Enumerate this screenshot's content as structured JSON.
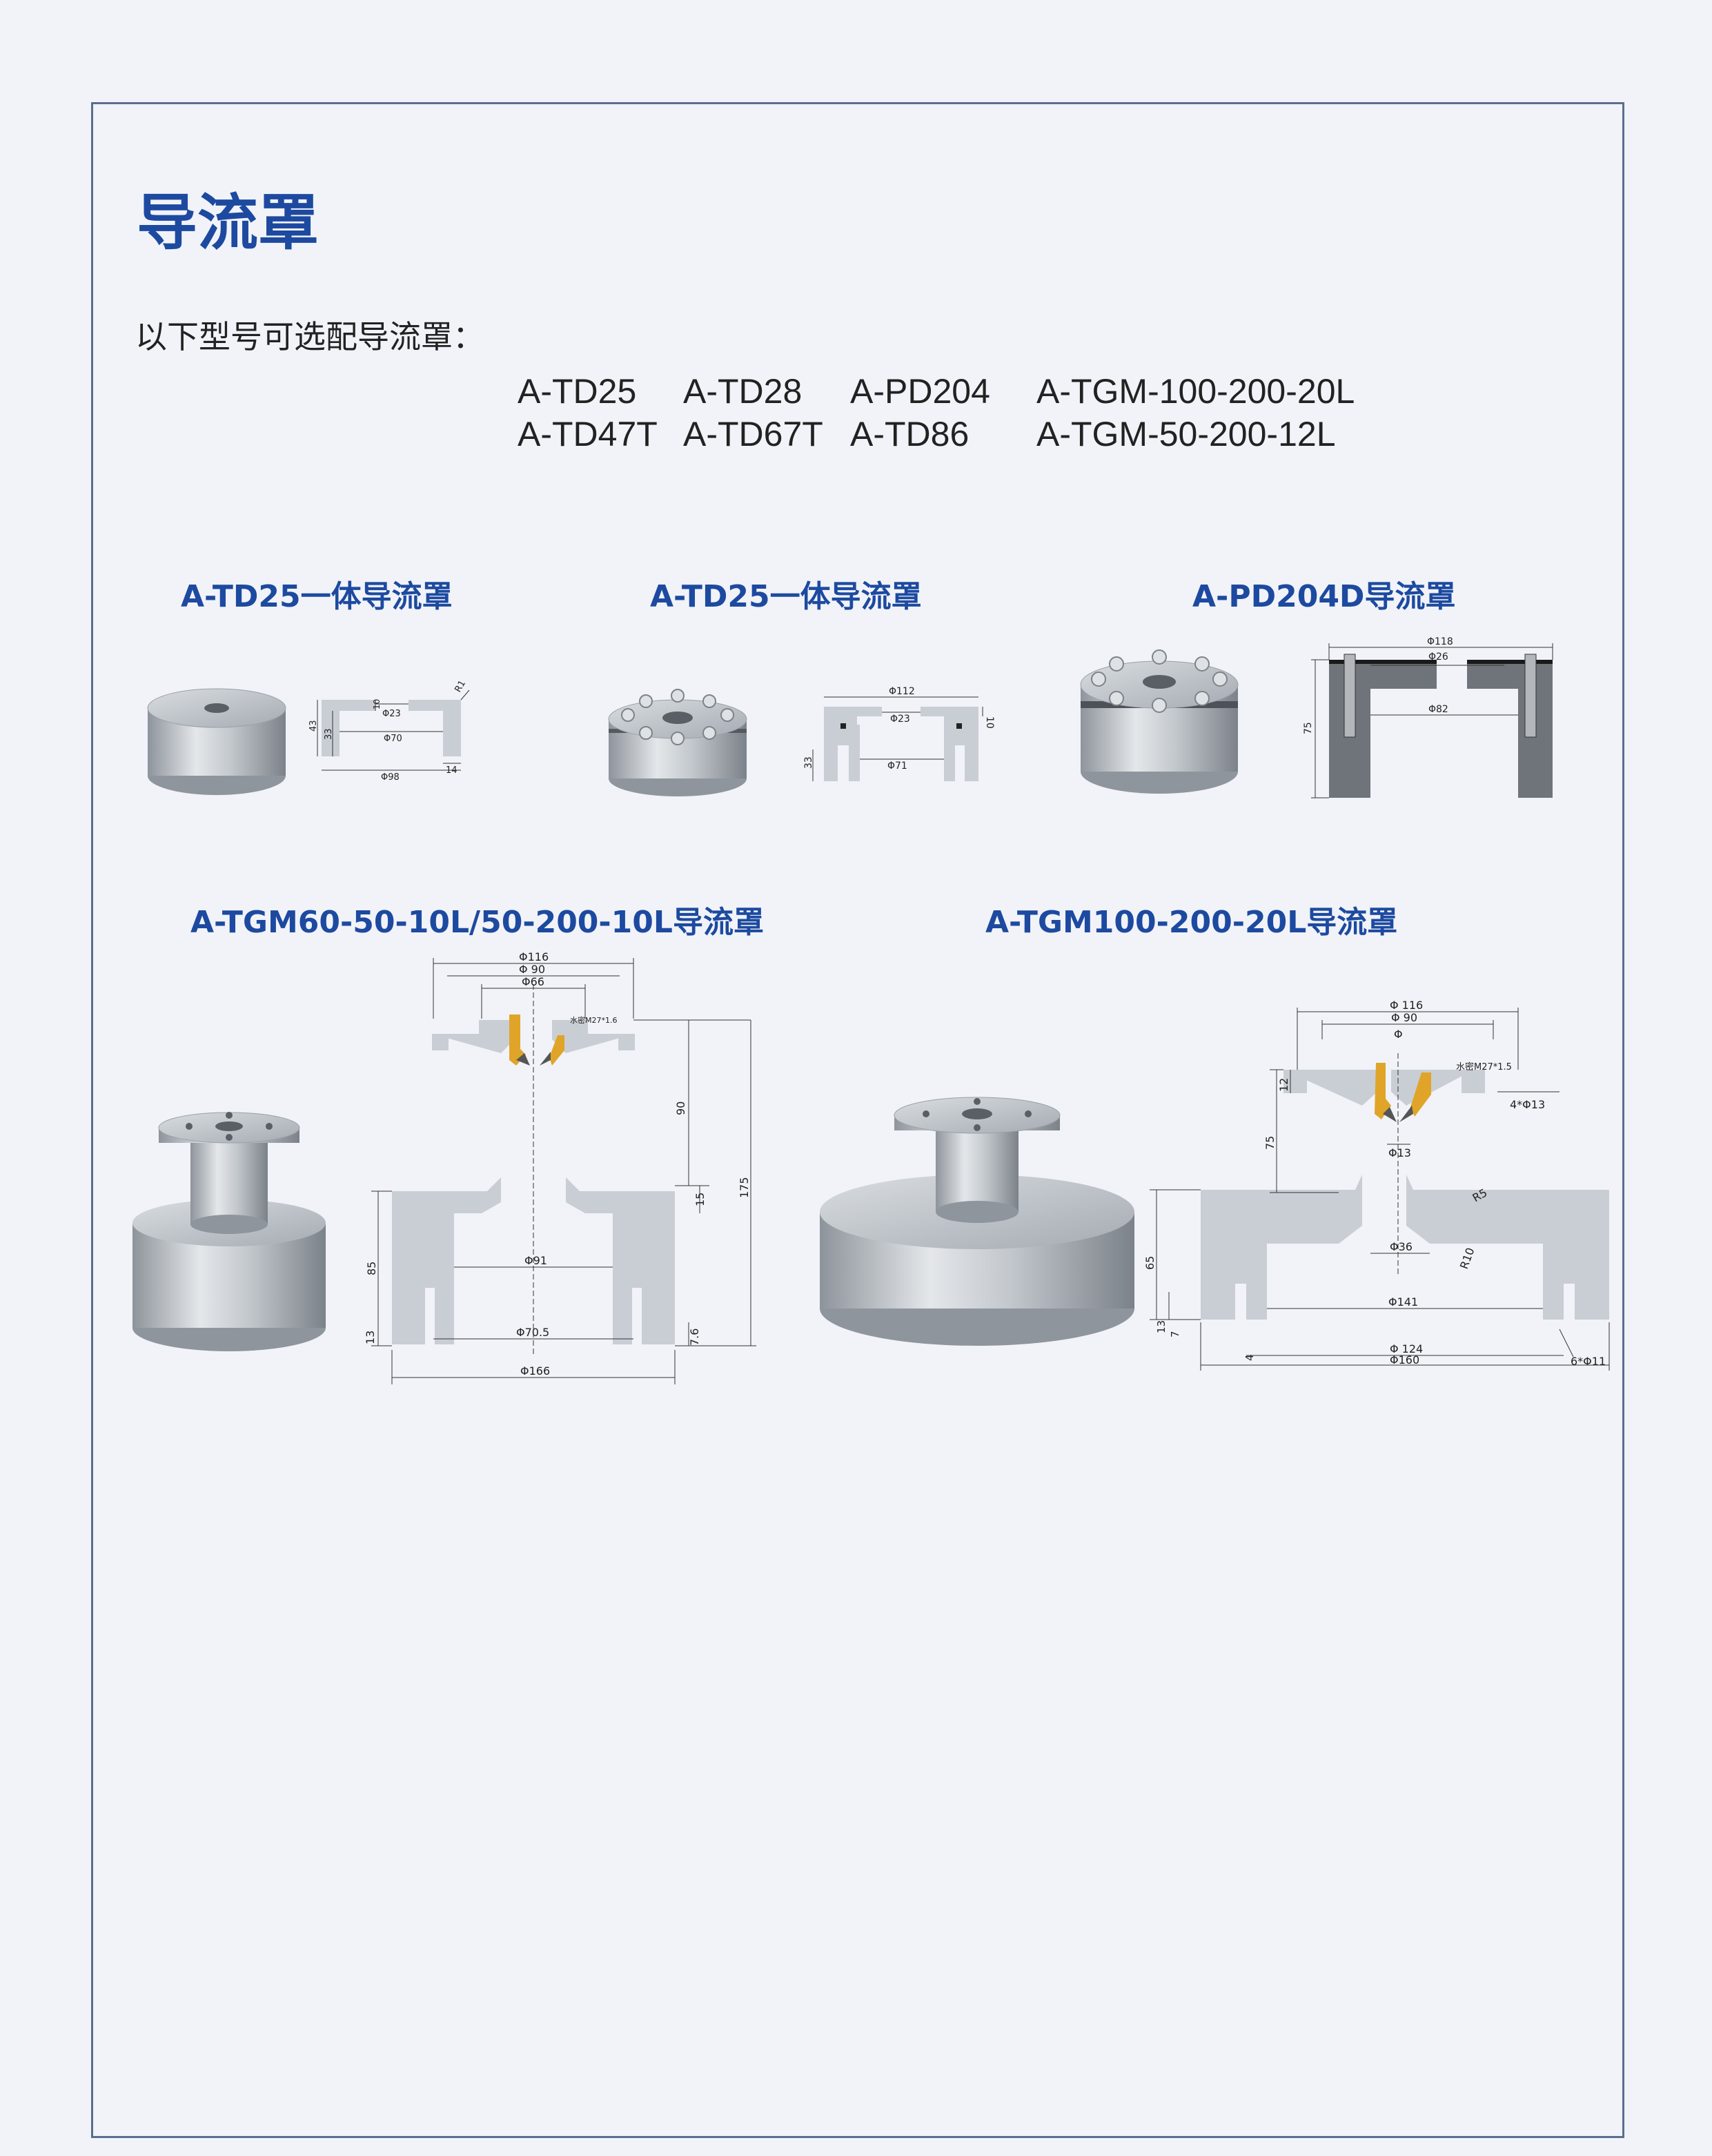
{
  "page_title": "导流罩",
  "intro": "以下型号可选配导流罩：",
  "models": [
    [
      "A-TD25",
      "A-TD28",
      "A-PD204",
      "A-TGM-100-200-20L"
    ],
    [
      "A-TD47T",
      "A-TD67T",
      "A-TD86",
      "A-TGM-50-200-12L"
    ]
  ],
  "products": [
    {
      "caption": "A-TD25一体导流罩",
      "dims": {
        "phi23": "Φ23",
        "phi70": "Φ70",
        "phi98": "Φ98",
        "d43": "43",
        "d33": "33",
        "d10": "10",
        "d14": "14",
        "r1": "R1"
      }
    },
    {
      "caption": "A-TD25一体导流罩",
      "dims": {
        "phi112": "Φ112",
        "phi23": "Φ23",
        "phi71": "Φ71",
        "d33": "33",
        "d10": "10"
      }
    },
    {
      "caption": "A-PD204D导流罩",
      "dims": {
        "phi118": "Φ118",
        "phi26": "Φ26",
        "phi82": "Φ82",
        "d75": "75"
      }
    },
    {
      "caption": "A-TGM60-50-10L/50-200-10L导流罩",
      "dims": {
        "phi116": "Φ116",
        "phi90": "Φ 90",
        "phi66": "Φ66",
        "thread": "水密M27*1.6",
        "d90": "90",
        "d175": "175",
        "d15": "15",
        "d85": "85",
        "phi91": "Φ91",
        "d13": "13",
        "phi70_5": "Φ70.5",
        "d7_6": "7.6",
        "phi166": "Φ166"
      }
    },
    {
      "caption": "A-TGM100-200-20L导流罩",
      "dims": {
        "phi116": "Φ 116",
        "phi90": "Φ 90",
        "phi": "Φ",
        "thread": "水密M27*1.5",
        "d12": "12",
        "holes4": "4*Φ13",
        "d75": "75",
        "phi13": "Φ13",
        "r5": "R5",
        "phi36": "Φ36",
        "r10": "R10",
        "d65": "65",
        "phi141": "Φ141",
        "d13": "13",
        "d7": "7",
        "d4": "4",
        "phi124": "Φ 124",
        "phi160": "Φ160",
        "holes6": "6*Φ11"
      }
    }
  ],
  "colors": {
    "title_blue": "#1d4aa0",
    "frame": "#5a6e8e",
    "part_gray": "#c9ced4",
    "dark_gray": "#6f737a",
    "thread_orange": "#e0a428"
  }
}
